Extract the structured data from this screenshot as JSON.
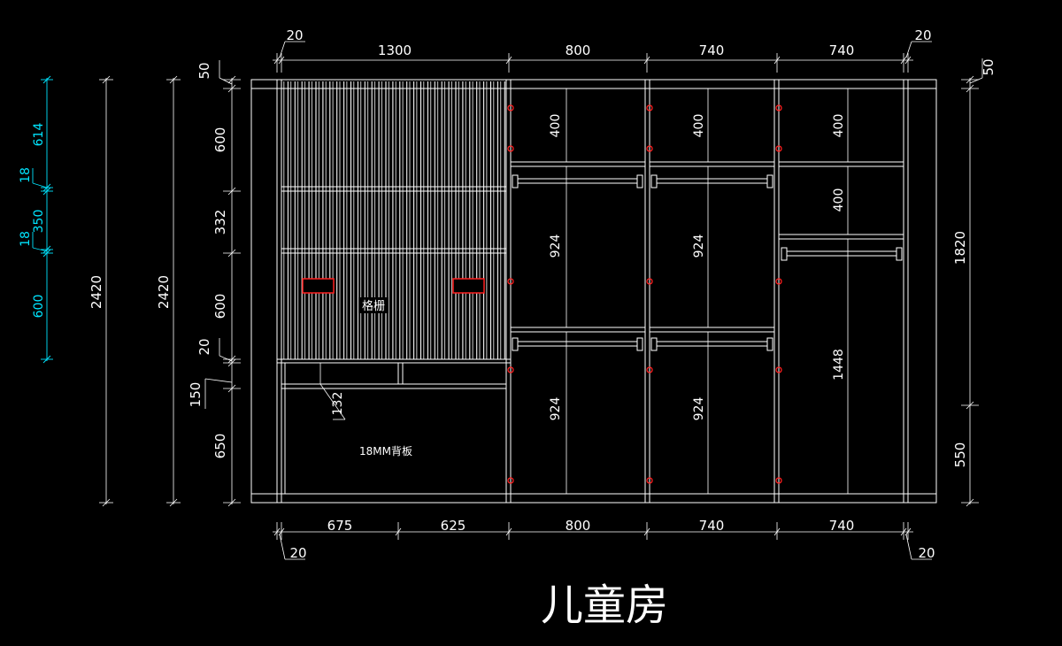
{
  "title": "儿童房",
  "colors": {
    "background": "#000000",
    "line": "#ffffff",
    "dim_cyan": "#00e5ff",
    "marker_red": "#ff2020"
  },
  "labels": {
    "grille": "格栅",
    "back_panel": "18MM背板"
  },
  "dims": {
    "top": {
      "edge_left": "20",
      "w1": "1300",
      "w2": "800",
      "w3": "740",
      "w4": "740",
      "edge_right": "20"
    },
    "bottom": {
      "edge_left": "20",
      "b1": "675",
      "b2": "625",
      "b3": "800",
      "b4": "740",
      "b5": "740",
      "edge_right": "20"
    },
    "left_overall": "2420",
    "left_overall_2": "2420",
    "cyan": {
      "c614": "614",
      "c18a": "18",
      "c350": "350",
      "c18b": "18",
      "c600": "600"
    },
    "left_chain": {
      "d50": "50",
      "d600a": "600",
      "d332": "332",
      "d600b": "600",
      "d20": "20",
      "d150": "150",
      "d650": "650"
    },
    "right": {
      "d50": "50",
      "d1820": "1820",
      "d550": "550"
    },
    "inner": {
      "d132": "132",
      "c2_400": "400",
      "c2_924a": "924",
      "c2_924b": "924",
      "c3_400": "400",
      "c3_924a": "924",
      "c3_924b": "924",
      "c4_400a": "400",
      "c4_400b": "400",
      "c4_1448": "1448"
    }
  }
}
